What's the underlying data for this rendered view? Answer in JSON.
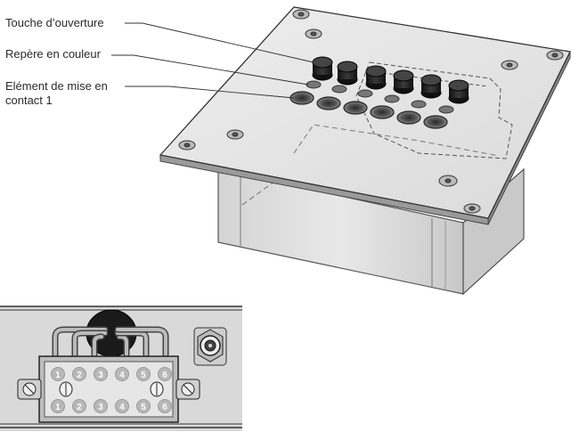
{
  "labels": {
    "opening_key": "Touche d’ouverture",
    "color_mark": "Repère en couleur",
    "contact_element_line1": "Elément de mise en",
    "contact_element_line2": "contact 1"
  },
  "connector": {
    "top_row": [
      "1",
      "2",
      "3",
      "4",
      "5",
      "6"
    ],
    "bottom_row": [
      "1",
      "2",
      "3",
      "4",
      "5",
      "6"
    ]
  },
  "icons": {
    "opening_keys": "black-round-push-keys",
    "color_marks": "small-oval-markers",
    "contact_elements": "oval-contact-sockets",
    "mounting_screws": "countersunk-screws"
  }
}
